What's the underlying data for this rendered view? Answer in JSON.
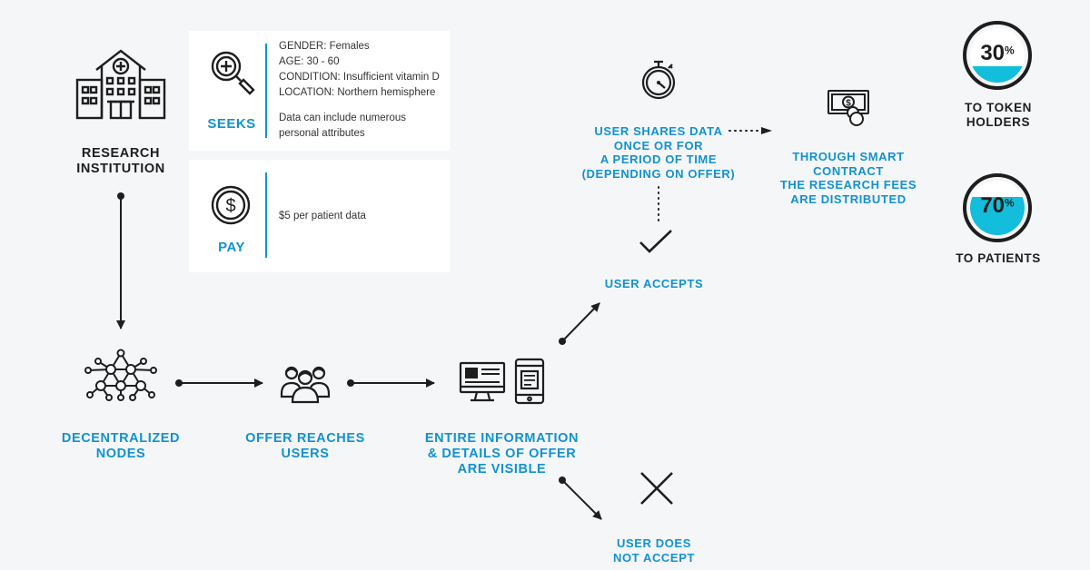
{
  "research": {
    "label": "RESEARCH\nINSTITUTION"
  },
  "seeks": {
    "title": "SEEKS",
    "criteria": [
      "GENDER: Females",
      "AGE: 30 - 60",
      "CONDITION: Insufficient vitamin D",
      "LOCATION: Northern hemisphere"
    ],
    "note": "Data can include numerous\npersonal attributes"
  },
  "pay": {
    "title": "PAY",
    "text": "$5 per patient data"
  },
  "nodes": {
    "label": "DECENTRALIZED\nNODES"
  },
  "offer": {
    "label": "OFFER REACHES\nUSERS"
  },
  "visible": {
    "label": "ENTIRE INFORMATION\n& DETAILS OF OFFER\nARE VISIBLE"
  },
  "accepts": {
    "label": "USER ACCEPTS"
  },
  "not_accept": {
    "label": "USER DOES\nNOT ACCEPT"
  },
  "shares": {
    "label": "USER SHARES DATA\nONCE OR FOR\nA PERIOD OF TIME\n(DEPENDING ON OFFER)"
  },
  "contract": {
    "label": "THROUGH SMART\nCONTRACT\nTHE RESEARCH FEES\nARE DISTRIBUTED"
  },
  "token": {
    "value": "30",
    "unit": "%",
    "label": "TO TOKEN\nHOLDERS",
    "fill_fraction": 0.3
  },
  "patients": {
    "value": "70",
    "unit": "%",
    "label": "TO PATIENTS",
    "fill_fraction": 0.7
  },
  "colors": {
    "accent": "#1192cf",
    "gauge_fill": "#12bedb",
    "ink": "#1e1e1e",
    "background": "#f5f6f8"
  }
}
